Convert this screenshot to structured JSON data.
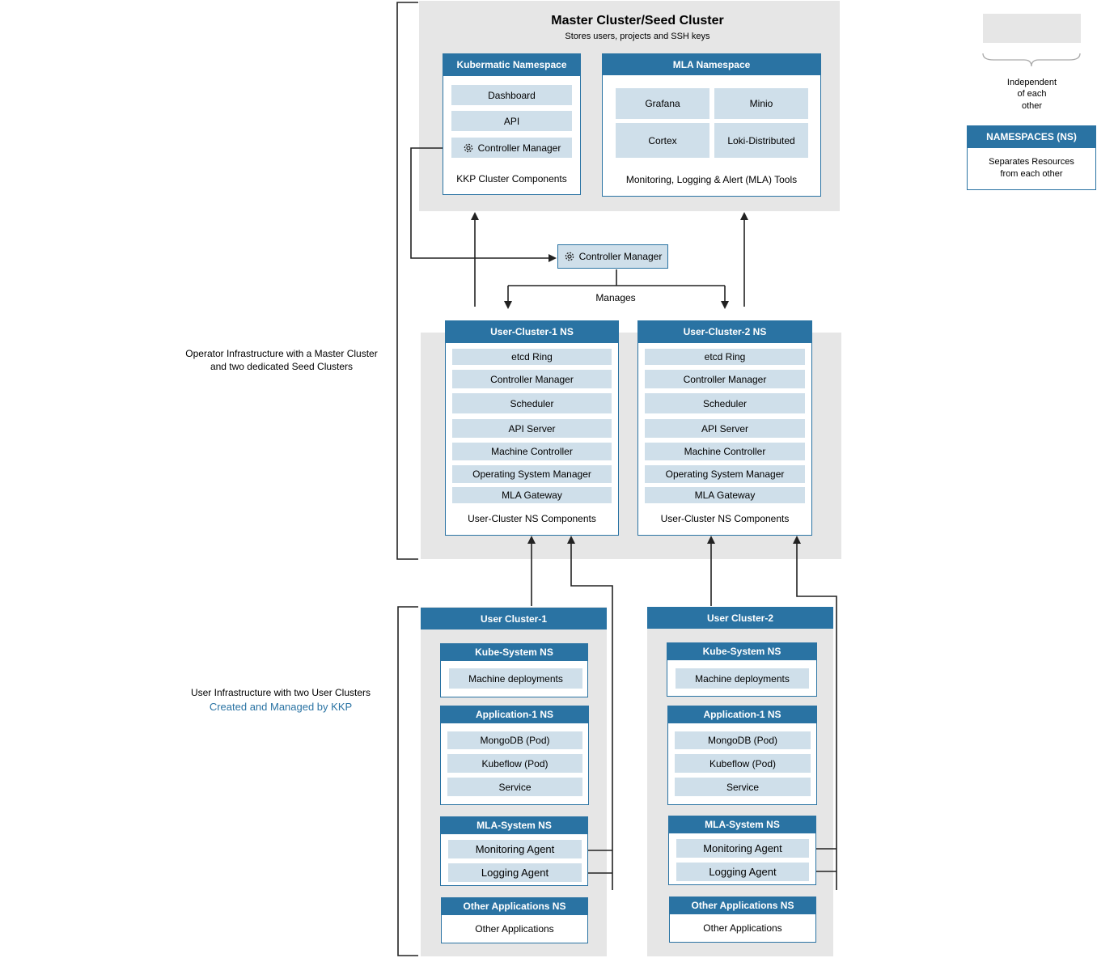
{
  "master": {
    "title": "Master Cluster/Seed Cluster",
    "subtitle": "Stores users, projects and SSH keys",
    "kubermatic_ns": {
      "header": "Kubermatic Namespace",
      "items": [
        "Dashboard",
        "API",
        "Controller Manager"
      ],
      "footer": "KKP Cluster Components"
    },
    "mla_ns": {
      "header": "MLA Namespace",
      "items": [
        "Grafana",
        "Minio",
        "Cortex",
        "Loki-Distributed"
      ],
      "footer": "Monitoring, Logging & Alert (MLA) Tools"
    }
  },
  "controller_manager": {
    "label": "Controller Manager",
    "manages": "Manages"
  },
  "seed": {
    "user_cluster_ns": [
      {
        "header": "User-Cluster-1 NS",
        "items": [
          "etcd Ring",
          "Controller Manager",
          "Scheduler",
          "API Server",
          "Machine Controller",
          "Operating System Manager",
          "MLA Gateway"
        ],
        "footer": "User-Cluster NS Components"
      },
      {
        "header": "User-Cluster-2 NS",
        "items": [
          "etcd Ring",
          "Controller Manager",
          "Scheduler",
          "API Server",
          "Machine Controller",
          "Operating System Manager",
          "MLA Gateway"
        ],
        "footer": "User-Cluster NS Components"
      }
    ]
  },
  "user_clusters": [
    {
      "title": "User Cluster-1",
      "kube_system": {
        "header": "Kube-System NS",
        "items": [
          "Machine deployments"
        ]
      },
      "application": {
        "header": "Application-1 NS",
        "items": [
          "MongoDB (Pod)",
          "Kubeflow (Pod)",
          "Service"
        ]
      },
      "mla_system": {
        "header": "MLA-System NS",
        "items": [
          "Monitoring Agent",
          "Logging Agent"
        ]
      },
      "other_apps": {
        "header": "Other Applications NS",
        "footer": "Other Applications"
      }
    },
    {
      "title": "User Cluster-2",
      "kube_system": {
        "header": "Kube-System NS",
        "items": [
          "Machine deployments"
        ]
      },
      "application": {
        "header": "Application-1 NS",
        "items": [
          "MongoDB (Pod)",
          "Kubeflow (Pod)",
          "Service"
        ]
      },
      "mla_system": {
        "header": "MLA-System NS",
        "items": [
          "Monitoring Agent",
          "Logging Agent"
        ]
      },
      "other_apps": {
        "header": "Other Applications NS",
        "footer": "Other Applications"
      }
    }
  ],
  "side_labels": {
    "operator_line1": "Operator Infrastructure with a Master Cluster",
    "operator_line2": "and two dedicated Seed Clusters",
    "user_line1": "User Infrastructure with two User Clusters",
    "user_line2": "Created and Managed by KKP"
  },
  "legend": {
    "independent_line1": "Independent",
    "independent_line2": "of each",
    "independent_line3": "other",
    "ns_header": "NAMESPACES (NS)",
    "ns_line1": "Separates Resources",
    "ns_line2": "from each other"
  },
  "colors": {
    "header_blue": "#2a73a3",
    "item_blue": "#cfdfea",
    "region_gray": "#e6e6e6",
    "link_blue": "#2a73a3"
  }
}
